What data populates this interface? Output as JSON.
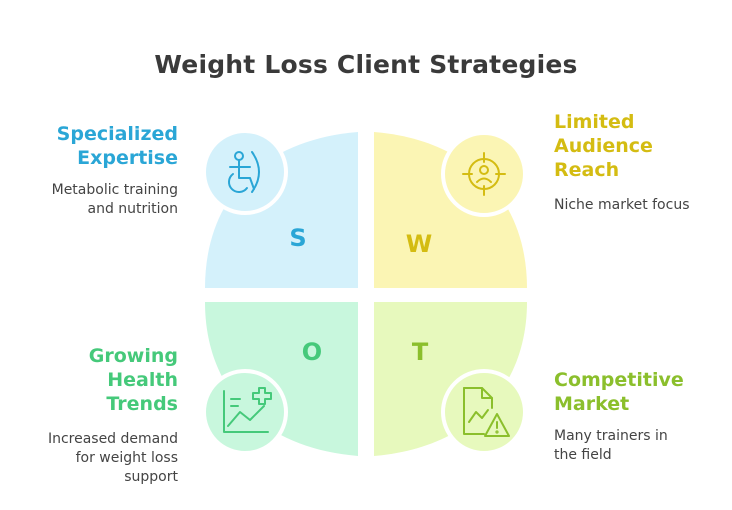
{
  "title": "Weight Loss Client Strategies",
  "colors": {
    "s_fill": "#d4f1fb",
    "s_text": "#2aa6d6",
    "w_fill": "#fbf5b4",
    "w_text": "#d4bc12",
    "o_fill": "#c8f7dd",
    "o_text": "#45c97a",
    "t_fill": "#e7f9bd",
    "t_text": "#8bbf2c"
  },
  "quadrants": {
    "s": {
      "letter": "S",
      "heading": [
        "Specialized",
        "Expertise"
      ],
      "description": [
        "Metabolic training",
        "and nutrition"
      ],
      "icon": "accessibility-icon"
    },
    "w": {
      "letter": "W",
      "heading": [
        "Limited",
        "Audience",
        "Reach"
      ],
      "description": [
        "Niche market focus"
      ],
      "icon": "target-user-icon"
    },
    "o": {
      "letter": "O",
      "heading": [
        "Growing",
        "Health",
        "Trends"
      ],
      "description": [
        "Increased demand",
        "for weight loss",
        "support"
      ],
      "icon": "health-chart-icon"
    },
    "t": {
      "letter": "T",
      "heading": [
        "Competitive",
        "Market"
      ],
      "description": [
        "Many trainers in",
        "the field"
      ],
      "icon": "document-warning-icon"
    }
  }
}
